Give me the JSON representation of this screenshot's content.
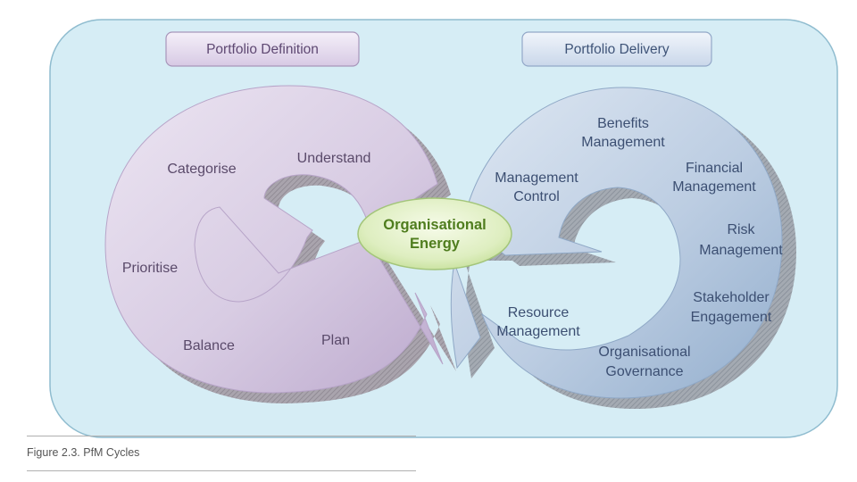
{
  "headers": {
    "left": "Portfolio Definition",
    "right": "Portfolio Delivery"
  },
  "center": [
    "Organisational",
    "Energy"
  ],
  "left_cycle": {
    "categorise": "Categorise",
    "understand": "Understand",
    "prioritise": "Prioritise",
    "balance": "Balance",
    "plan": "Plan"
  },
  "right_cycle": {
    "benefits": [
      "Benefits",
      "Management"
    ],
    "management_control": [
      "Management",
      "Control"
    ],
    "financial": [
      "Financial",
      "Management"
    ],
    "risk": [
      "Risk",
      "Management"
    ],
    "stakeholder": [
      "Stakeholder",
      "Engagement"
    ],
    "resource": [
      "Resource",
      "Management"
    ],
    "governance": [
      "Organisational",
      "Governance"
    ]
  },
  "caption": "Figure 2.3. PfM Cycles",
  "colors": {
    "panel_fill": "#d6edf5",
    "panel_stroke": "#8fbccf",
    "left_cycle": "#d6cbe0",
    "right_cycle": "#b9cbe0",
    "center_fill": "#e2f0c6",
    "center_text": "#4f7d1e"
  }
}
